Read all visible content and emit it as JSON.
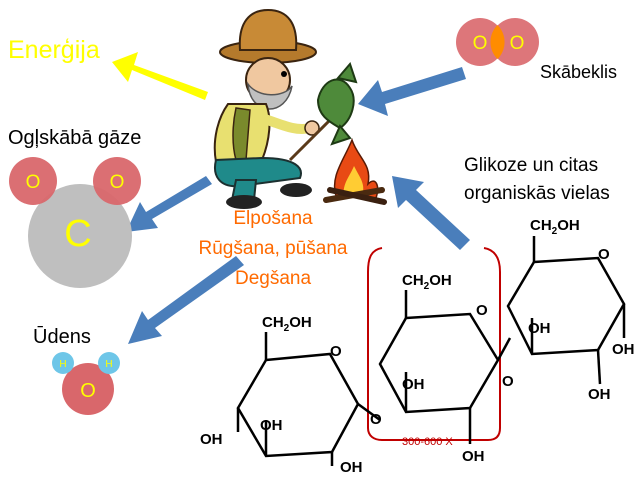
{
  "labels": {
    "energy": "Enerģija",
    "oxygen": "Skābeklis",
    "co2": "Ogļskābā gāze",
    "glucose_line1": "Glikoze un citas",
    "glucose_line2": "organiskās vielas",
    "water": "Ūdens",
    "process1": "Elpošana",
    "process2": "Rūgšana, pūšana",
    "process3": "Degšana",
    "repeat": "300-600 X"
  },
  "atoms": {
    "o": "O",
    "c": "C",
    "h": "H"
  },
  "groups": {
    "ch2oh": "CH",
    "ch2oh_sub": "2",
    "ch2oh_end": "OH",
    "oh": "OH",
    "ring_o": "O",
    "bridge_o": "O"
  },
  "colors": {
    "arrow_blue": "#4a7ebb",
    "arrow_yellow": "#ffff00",
    "oxygen_atom": "#d9676b",
    "carbon_atom": "#bfbfbf",
    "hydrogen_atom": "#6ec6e8",
    "process_text": "#ff6a00",
    "bracket": "#c00000"
  }
}
